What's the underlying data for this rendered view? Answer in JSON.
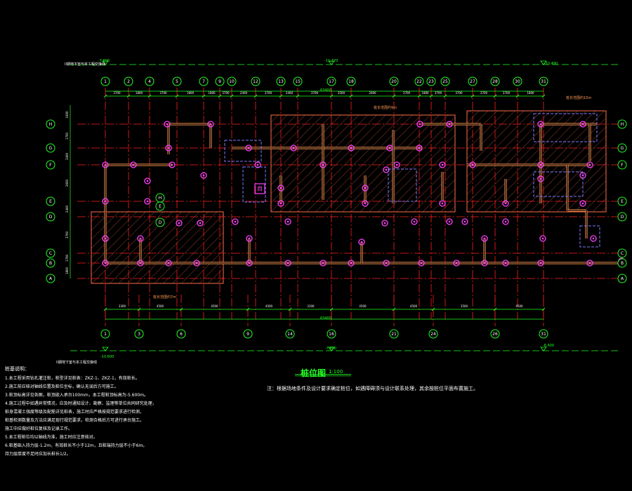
{
  "drawing": {
    "title": "桩位图",
    "scale": "1:100",
    "remark": "注：根据场地条件及设计要求确定桩位，如遇障碍须与设计联系处理，其余按桩位平面布置施工。",
    "notes_title": "桩基说明：",
    "notes": [
      "1.本工程采用钻孔灌注桩，桩型详见桩表：ZKZ-1、ZKZ-1，有效桩长。",
      "2.施工前应核对轴线位置及桩位坐标，确认无误后方可施工。",
      "3.桩顶标高详见各图，桩顶嵌入承台100mm，本工程桩顶标高为-5.600m。",
      "4.施工过程中如遇异常情况，应及时通知设计、勘察、监理等单位共同研究处理，",
      "  桩身混凝土强度等级及配筋详见桩表，施工时应严格按规范要求进行检测，",
      "  桩基检测数量及方法应满足现行规范要求，检测合格后方可进行承台施工。",
      "  施工中应做好桩位复核及记录工作。",
      "5.本工程桩位均以轴线为准，施工时应注意核对。",
      "6.桩基础入持力层-1.2m，有效桩长不小于12m，且桩端持力层不小于6m。",
      "  持力层厚度不足时应加长桩长1/2。"
    ],
    "top_left_label": "II期地下室与本工程交接线",
    "bottom_left_label": "II期地下室与本工程交接线",
    "elev_top_left": "-7.600",
    "elev_top_mid": "-11.270",
    "elev_top_right": "-10.490",
    "elev_bot_left": "-10.600",
    "elev_bot_mid": "-7.600",
    "elev_bot_right": "-8.600",
    "area_label_top": "桩长范围约9m",
    "area_label_right": "桩长范围约10m",
    "area_label_bottom": "桩长范围约7m",
    "top_axes": [
      "1",
      "2",
      "4",
      "5",
      "7",
      "9",
      "10",
      "12",
      "13",
      "15",
      "17",
      "18",
      "20",
      "22",
      "23",
      "25",
      "27",
      "28",
      "30",
      "31"
    ],
    "bottom_axes": [
      "1",
      "3",
      "6",
      "9",
      "14",
      "16",
      "21",
      "24",
      "26",
      "31"
    ],
    "row_axes": [
      "H",
      "G",
      "F",
      "E",
      "D",
      "C",
      "B",
      "A"
    ],
    "top_dims": [
      "3700",
      "1800",
      "3700",
      "1800",
      "1800",
      "3700",
      "2400",
      "3700",
      "2400",
      "3700",
      "3500",
      "2600",
      "3700",
      "1800",
      "3700",
      "3700",
      "3700",
      "3700",
      "1800"
    ],
    "bottom_dims": [
      "3300",
      "4500",
      "4500",
      "4500",
      "3100",
      "4500",
      "4500",
      "3500",
      "4500"
    ],
    "overall_dim": "63400",
    "left_dims": [
      "1600",
      "1700",
      "3400",
      "2600",
      "2400",
      "3700",
      "1700",
      "1800"
    ],
    "colors": {
      "background": "#000000",
      "grid": "#ff2020",
      "axis_bubble": "#22ff22",
      "walls": "#ff9a55",
      "piles": "#ff40ff",
      "text": "#ffffff",
      "zone": "#ff6b4a",
      "dims": "#22ff22",
      "highlight": "#7a7aff"
    }
  }
}
